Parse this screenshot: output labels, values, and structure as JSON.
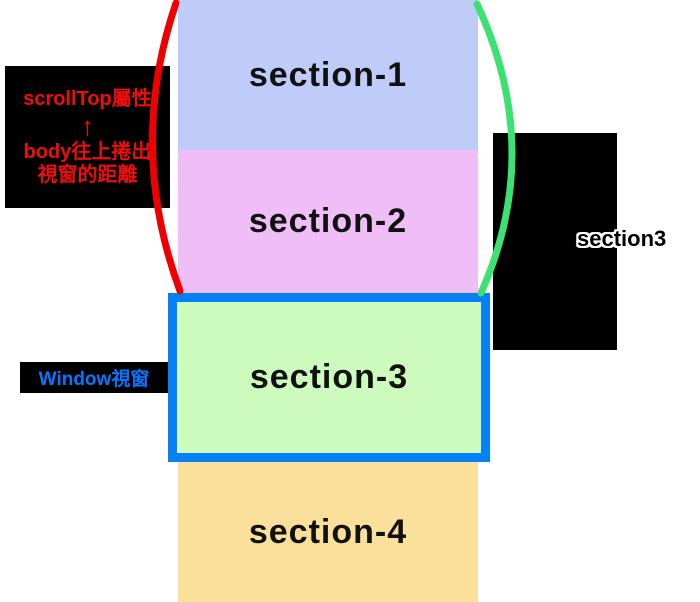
{
  "diagram": {
    "title_context": "scrollTop property illustration",
    "sections": [
      {
        "label": "section-1",
        "color": "#bfccfa"
      },
      {
        "label": "section-2",
        "color": "#f0bef6"
      },
      {
        "label": "section-3",
        "color": "#cdfabd",
        "border_color": "#0680f5"
      },
      {
        "label": "section-4",
        "color": "#fbe09b"
      }
    ],
    "scrolltop_annotation": {
      "line1": "scrollTop屬性",
      "arrow_icon": "↑",
      "line2": "body往上捲出",
      "line3": "視窗的距離",
      "text_color": "#ee0d0d",
      "bg_color": "#000000"
    },
    "window_annotation": {
      "label": "Window視窗",
      "text_color": "#0677fd",
      "bg_color": "#000000"
    },
    "right_annotation": {
      "label": "section3",
      "text_color": "#000000",
      "outline_color": "#ffffff",
      "bg_color": "#000000"
    },
    "curves": {
      "left_curve_color": "#ee0000",
      "right_curve_color": "#3ce271"
    }
  }
}
